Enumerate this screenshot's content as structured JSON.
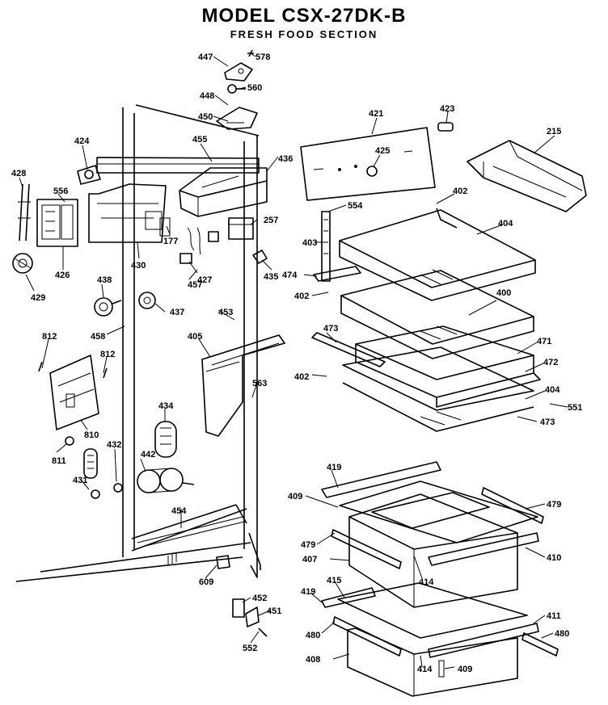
{
  "header": {
    "title": "MODEL CSX-27DK-B",
    "subtitle": "FRESH FOOD SECTION"
  },
  "callouts": {
    "c447": "447",
    "c578": "578",
    "c448": "448",
    "c560": "560",
    "c450": "450",
    "c424": "424",
    "c455": "455",
    "c436": "436",
    "c421": "421",
    "c423": "423",
    "c215": "215",
    "c425": "425",
    "c428": "428",
    "c556": "556",
    "c177": "177",
    "c257": "257",
    "c554": "554",
    "c402a": "402",
    "c403": "403",
    "c404a": "404",
    "c426": "426",
    "c430": "430",
    "c427": "427",
    "c435": "435",
    "c474": "474",
    "c402b": "402",
    "c429": "429",
    "c438": "438",
    "c457": "457",
    "c400": "400",
    "c437": "437",
    "c453": "453",
    "c458": "458",
    "c405": "405",
    "c473a": "473",
    "c471": "471",
    "c812a": "812",
    "c812b": "812",
    "c472": "472",
    "c402c": "402",
    "c563": "563",
    "c404b": "404",
    "c551": "551",
    "c434": "434",
    "c473b": "473",
    "c810": "810",
    "c811": "811",
    "c432": "432",
    "c442": "442",
    "c431": "431",
    "c419a": "419",
    "c409a": "409",
    "c479a": "479",
    "c454": "454",
    "c479b": "479",
    "c410": "410",
    "c407": "407",
    "c414a": "414",
    "c609": "609",
    "c415": "415",
    "c419b": "419",
    "c452": "452",
    "c451": "451",
    "c411": "411",
    "c480a": "480",
    "c480b": "480",
    "c408": "408",
    "c414b": "414",
    "c409b": "409",
    "c552": "552"
  }
}
